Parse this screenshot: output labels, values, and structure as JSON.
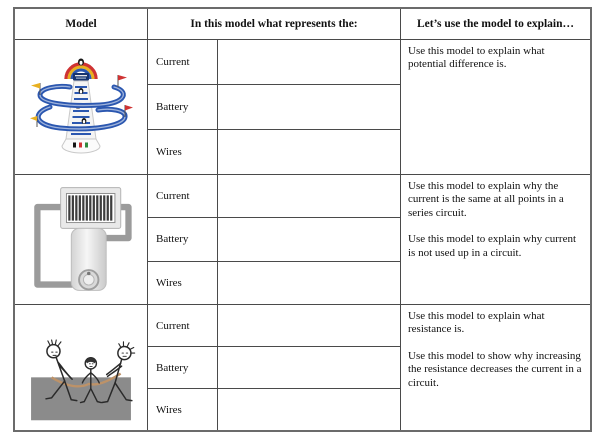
{
  "table": {
    "headers": [
      {
        "label": "Model"
      },
      {
        "label": "In this model what represents the:"
      },
      {
        "label": "Let’s use the model to explain…"
      }
    ],
    "rows": [
      {
        "model_image": "penguin-race-toy",
        "items": [
          "Current",
          "Battery",
          "Wires"
        ],
        "explain": [
          "Use this model to explain what potential difference is."
        ]
      },
      {
        "model_image": "central-heating-radiator-boiler",
        "items": [
          "Current",
          "Battery",
          "Wires"
        ],
        "explain": [
          "Use this model to explain why the current is the same at all points in a series circuit.",
          "Use this model to explain why current is not used up in a circuit."
        ]
      },
      {
        "model_image": "rope-loop-stick-figures",
        "items": [
          "Current",
          "Battery",
          "Wires"
        ],
        "explain": [
          "Use this model to explain what resistance is.",
          "Use this model to show why increasing the resistance decreases the current in a circuit."
        ]
      }
    ],
    "colors": {
      "border": "#4a4a4a",
      "track_blue": "#2b57b0",
      "flag_red": "#cf3333",
      "flag_yellow": "#e8b020",
      "pipe_gray": "#9b9b9b",
      "rope_tan": "#bd9268",
      "ground_gray": "#8b8b8b"
    }
  }
}
